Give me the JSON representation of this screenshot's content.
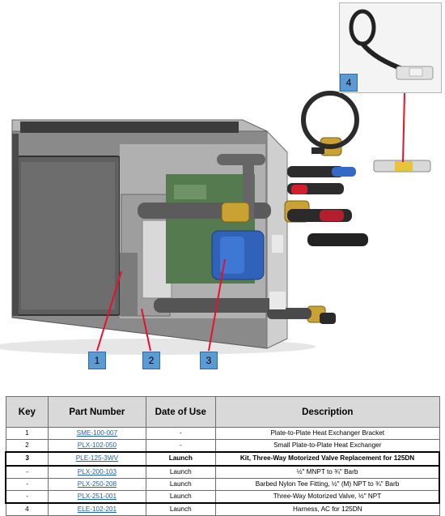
{
  "callouts": [
    "1",
    "2",
    "3",
    "4"
  ],
  "table": {
    "headers": [
      "Key",
      "Part Number",
      "Date of Use",
      "Description"
    ],
    "rows": [
      {
        "key": "1",
        "part": "SME-100-007",
        "date": "-",
        "desc": "Plate-to-Plate Heat Exchanger Bracket"
      },
      {
        "key": "2",
        "part": "PLX-102-050",
        "date": "-",
        "desc": "Small Plate-to-Plate Heat Exchanger"
      },
      {
        "key": "3",
        "part": "PLE-125-3WV",
        "date": "Launch",
        "desc": "Kit, Three-Way Motorized Valve Replacement for 125DN"
      },
      {
        "key": "-",
        "part": "PLX-200-103",
        "date": "Launch",
        "desc": "½\" MNPT to ¾\" Barb"
      },
      {
        "key": "-",
        "part": "PLX-250-208",
        "date": "Launch",
        "desc": "Barbed Nylon Tee Fitting, ½\" (M) NPT to ¾\" Barb"
      },
      {
        "key": "-",
        "part": "PLX-251-001",
        "date": "Launch",
        "desc": "Three-Way Motorized Valve, ½\" NPT"
      },
      {
        "key": "4",
        "part": "ELE-102-201",
        "date": "Launch",
        "desc": "Harness, AC for 125DN"
      }
    ]
  },
  "colors": {
    "callout_fill": "#5b9bd5",
    "leader_line": "#e8102a",
    "link": "#1f5fb4",
    "header_fill": "#d9d9d9"
  }
}
